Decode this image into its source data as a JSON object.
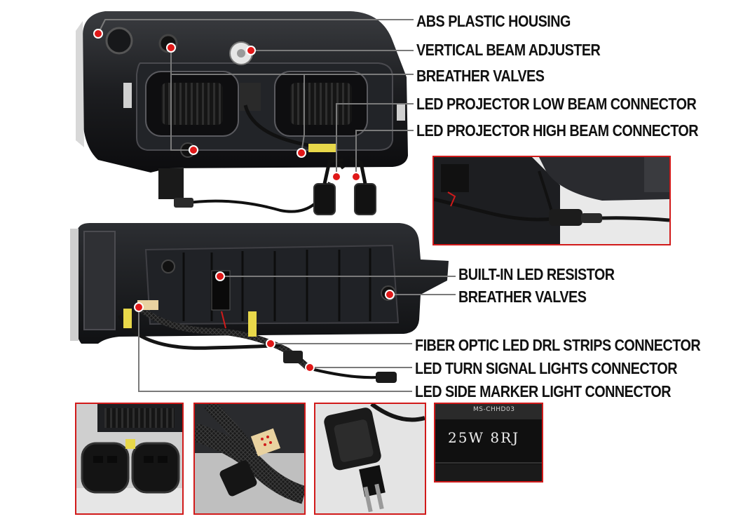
{
  "callouts": {
    "abs_housing": "ABS PLASTIC HOUSING",
    "beam_adjuster": "VERTICAL BEAM ADJUSTER",
    "breather_top": "BREATHER VALVES",
    "low_beam": "LED PROJECTOR LOW BEAM CONNECTOR",
    "high_beam": "LED PROJECTOR HIGH BEAM CONNECTOR",
    "resistor": "BUILT-IN LED RESISTOR",
    "breather_bottom": "BREATHER VALVES",
    "drl": "FIBER OPTIC LED DRL STRIPS CONNECTOR",
    "turn_signal": "LED TURN SIGNAL LIGHTS CONNECTOR",
    "side_marker": "LED SIDE MARKER LIGHT CONNECTOR"
  },
  "resistor_stamp": {
    "model": "MS-CHHD03",
    "rating": "25W 8RJ"
  },
  "colors": {
    "callout_dot": "#e01818",
    "inset_border": "#d11a1a",
    "leader_line": "#7a7a7a"
  }
}
